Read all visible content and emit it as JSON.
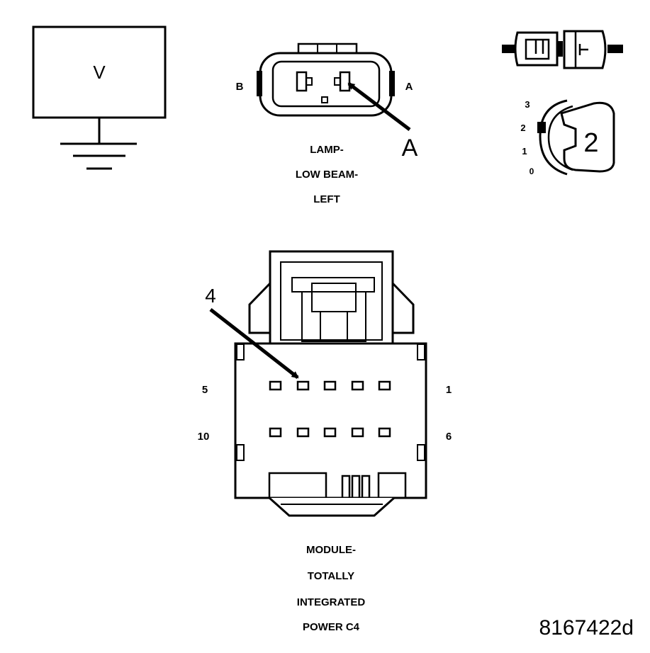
{
  "meter": {
    "label": "V"
  },
  "lamp_connector": {
    "pin_b": "B",
    "pin_a": "A",
    "arrow_label": "A",
    "caption": [
      "LAMP-",
      "LOW BEAM-",
      "LEFT"
    ]
  },
  "ignition_switch": {
    "positions": [
      "3",
      "2",
      "1",
      "0"
    ],
    "selected": "2"
  },
  "module_connector": {
    "arrow_label": "4",
    "row1_left": "5",
    "row1_right": "1",
    "row2_left": "10",
    "row2_right": "6",
    "caption": [
      "MODULE-",
      "TOTALLY",
      "INTEGRATED",
      "POWER C4"
    ]
  },
  "figure_id": "8167422d"
}
